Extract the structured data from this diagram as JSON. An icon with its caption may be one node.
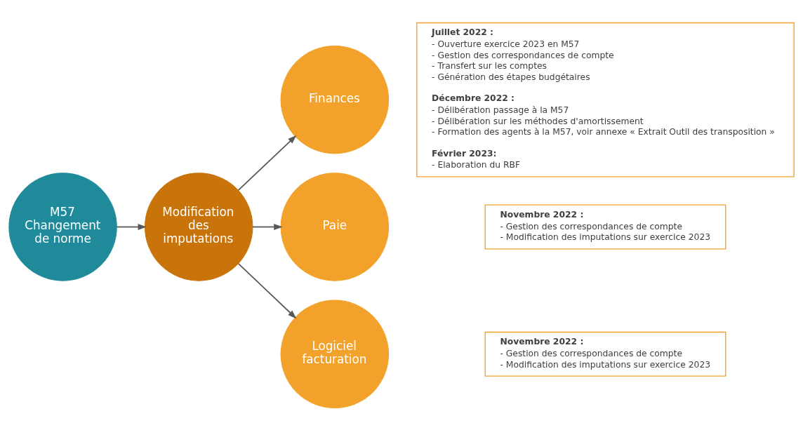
{
  "diagram": {
    "nodes": [
      {
        "text": [
          "M57 Changement de norme"
        ]
      },
      {
        "text": [
          "Modification des imputations"
        ]
      },
      {
        "text": [
          "Finances"
        ]
      },
      {
        "text": [
          "Paie"
        ]
      },
      {
        "text": [
          "Logiciel facturation"
        ]
      },
      {
        "text": [
          "Juillet 2022 :",
          "- Ouverture exercice 2023 en M57",
          "- Gestion des correspondances de compte",
          "- Transfert sur les comptes",
          "- Génération des étapes budgétaires",
          "Décembre 2022 :",
          "- Délibération passage à la M57",
          "- Délibération sur les méthodes d'amortissement",
          "- Formation des agents à la M57, voir annexe « Extrait Outil des transposition »",
          "Février 2023:",
          "- Elaboration du RBF"
        ]
      },
      {
        "text": [
          "Novembre 2022 :",
          "- Gestion des correspondances de compte",
          "- Modification des imputations sur exercice 2023"
        ]
      },
      {
        "text": [
          "Novembre 2022 :",
          "- Gestion des correspondances de compte",
          "- Modification des imputations sur exercice 2023"
        ]
      }
    ],
    "edges": [
      {
        "from": 0,
        "to": 1,
        "arrow": "to"
      },
      {
        "from": 1,
        "to": 2,
        "arrow": "to"
      },
      {
        "from": 1,
        "to": 3,
        "arrow": "to"
      },
      {
        "from": 1,
        "to": 4,
        "arrow": "to"
      }
    ]
  }
}
